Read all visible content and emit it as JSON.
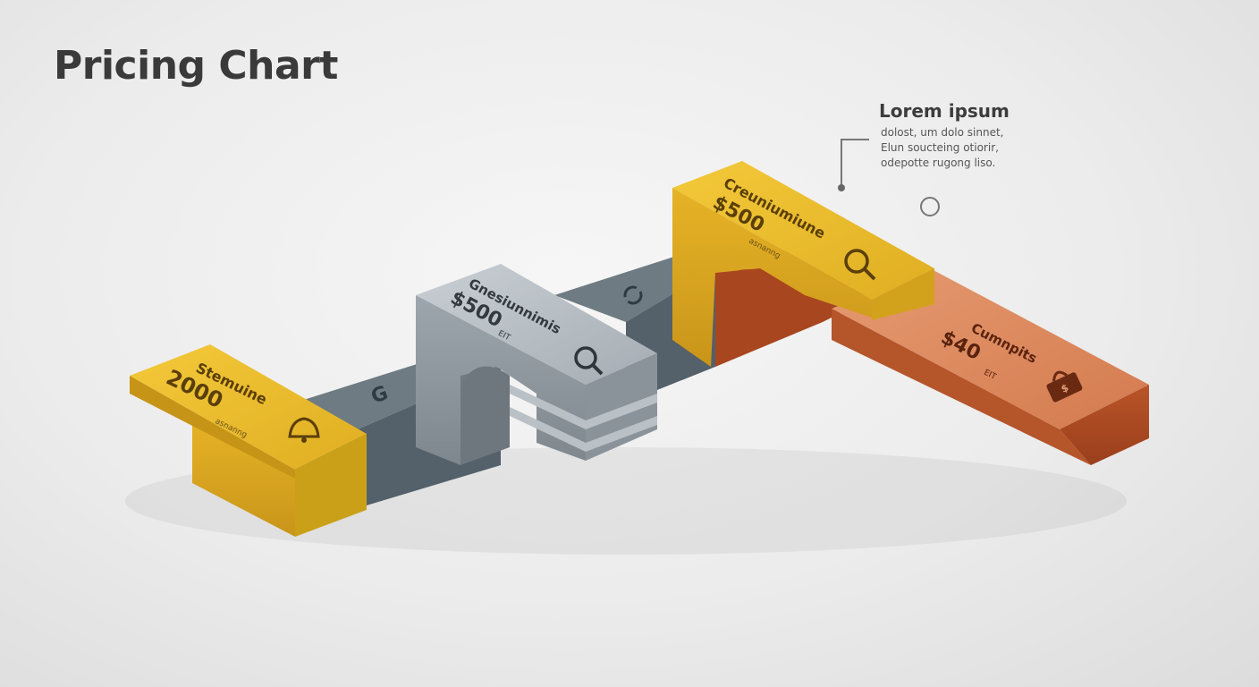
{
  "title": "Pricing Chart",
  "callout": {
    "title": "Lorem ipsum",
    "lines": [
      "dolost, um dolo sinnet,",
      "Elun soucteing otiorir,",
      "odepotte rugong liso."
    ]
  },
  "tiers": [
    {
      "name": "Stemuine",
      "price": "2000",
      "sub": "asnanng",
      "icon": "bell-icon",
      "color": "#e2b328"
    },
    {
      "name": "Gnesiunnimis",
      "price": "$500",
      "sub": "EIT",
      "icon": "magnifier-icon",
      "color": "#9fa6ad"
    },
    {
      "name": "Creuniumiune",
      "price": "$500",
      "sub": "asnanng",
      "icon": "magnifier-icon",
      "color": "#e5b52c"
    },
    {
      "name": "Cumnpits",
      "price": "$40",
      "sub": "EIT",
      "icon": "shopping-bag-icon",
      "color": "#c9683a"
    }
  ],
  "connector_icons": [
    "g-icon",
    "recycle-icon"
  ]
}
